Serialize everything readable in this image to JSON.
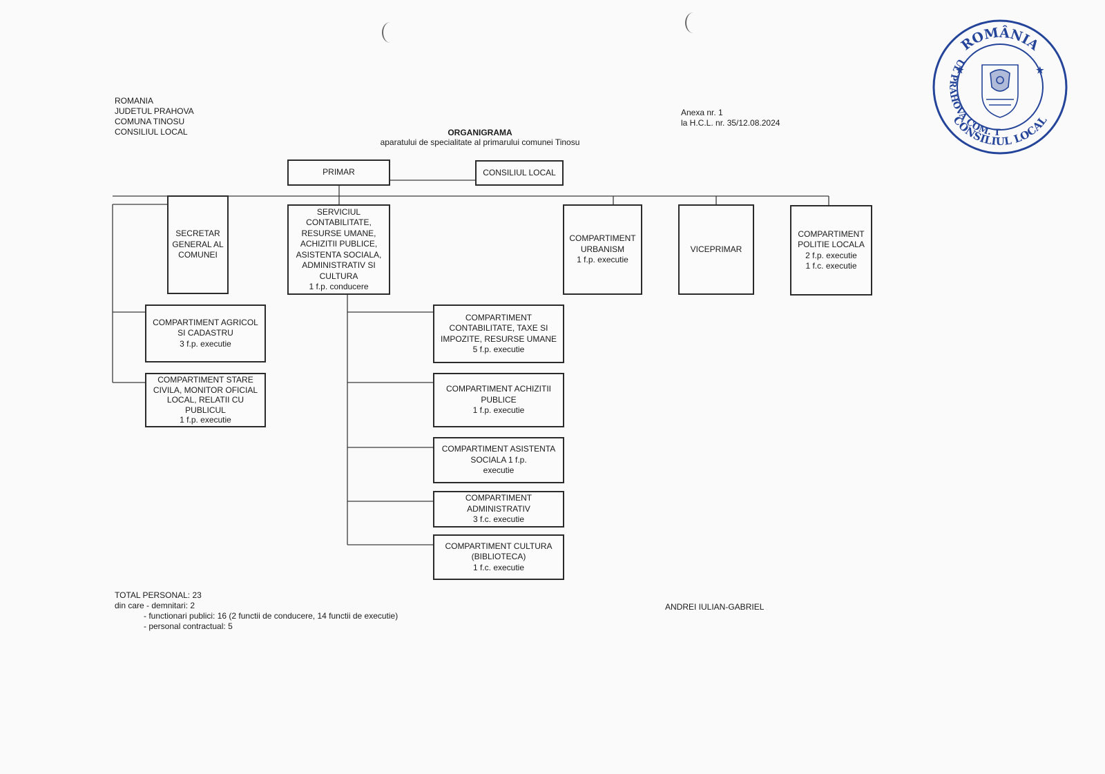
{
  "header": {
    "lines": [
      "ROMANIA",
      "JUDETUL PRAHOVA",
      "COMUNA TINOSU",
      "CONSILIUL LOCAL"
    ]
  },
  "annex": {
    "line1": "Anexa nr. 1",
    "line2": "la H.C.L. nr. 35/12.08.2024"
  },
  "title": {
    "main": "ORGANIGRAMA",
    "subtitle": "aparatului de specialitate al primarului comunei Tinosu"
  },
  "boxes": {
    "primar": [
      "PRIMAR"
    ],
    "consiliu": [
      "CONSILIUL LOCAL"
    ],
    "secretar": [
      "SECRETAR",
      "GENERAL AL",
      "COMUNEI"
    ],
    "serviciu": [
      "SERVICIUL",
      "CONTABILITATE,",
      "RESURSE UMANE,",
      "ACHIZITII PUBLICE,",
      "ASISTENTA SOCIALA,",
      "ADMINISTRATIV SI",
      "CULTURA",
      "1 f.p. conducere"
    ],
    "urbanism": [
      "COMPARTIMENT",
      "URBANISM",
      "1 f.p. executie"
    ],
    "viceprimar": [
      "VICEPRIMAR"
    ],
    "politie": [
      "COMPARTIMENT",
      "POLITIE LOCALA",
      "2 f.p. executie",
      "1 f.c. executie"
    ],
    "agricol": [
      "COMPARTIMENT AGRICOL",
      "SI CADASTRU",
      "3 f.p. executie"
    ],
    "stare_civila": [
      "COMPARTIMENT STARE",
      "CIVILA, MONITOR OFICIAL",
      "LOCAL, RELATII CU",
      "PUBLICUL",
      "1 f.p. executie"
    ],
    "contabilitate": [
      "COMPARTIMENT",
      "CONTABILITATE, TAXE SI",
      "IMPOZITE, RESURSE UMANE",
      "5 f.p. executie"
    ],
    "achizitii": [
      "COMPARTIMENT ACHIZITII",
      "PUBLICE",
      "1 f.p. executie"
    ],
    "asistenta": [
      "COMPARTIMENT ASISTENTA",
      "SOCIALA 1 f.p.",
      "executie"
    ],
    "administrativ": [
      "COMPARTIMENT",
      "ADMINISTRATIV",
      "3 f.c. executie"
    ],
    "cultura": [
      "COMPARTIMENT CULTURA",
      "(BIBLIOTECA)",
      "1 f.c. executie"
    ]
  },
  "totals": {
    "line1": "TOTAL PERSONAL: 23",
    "line2": "din care - demnitari: 2",
    "line3": "- functionari publici: 16 (2 functii de conducere, 14 functii de executie)",
    "line4": "- personal contractual: 5"
  },
  "signature": "ANDREI IULIAN-GABRIEL",
  "stamp": {
    "top_text": "ROMÂNIA",
    "ring_text": "JUDETUL PRAHOVA COM. TINOSU",
    "bottom_text": "CONSILIUL LOCAL",
    "color": "#24449a"
  },
  "colors": {
    "ink": "#2a2a2a",
    "paper": "#fafafa"
  }
}
